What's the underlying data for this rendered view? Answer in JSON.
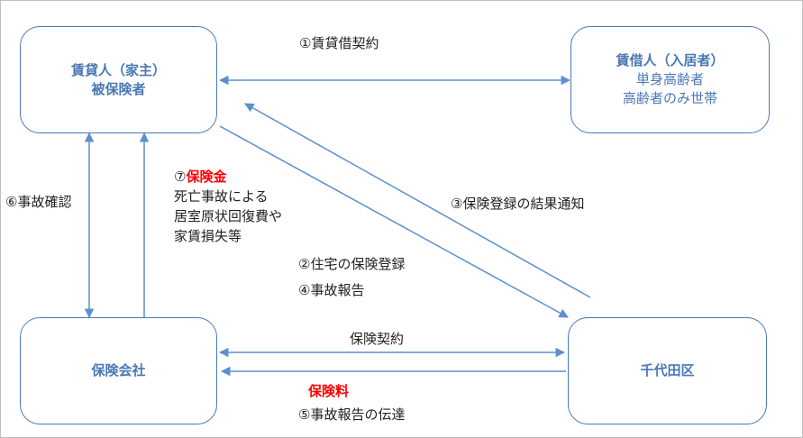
{
  "nodes": {
    "landlord": {
      "line1": "賃貸人（家主）",
      "line2": "被保険者"
    },
    "tenant": {
      "line1": "賃借人（入居者）",
      "line2": "単身高齢者",
      "line3": "高齢者のみ世帯"
    },
    "insurer": {
      "line1": "保険会社"
    },
    "city": {
      "line1": "千代田区"
    }
  },
  "labels": {
    "lease": "①賃貸借契約",
    "reg_result": "③保険登録の結果通知",
    "housing_reg": "②住宅の保険登録",
    "accident_report": "④事故報告",
    "accident_confirm": "⑥事故確認",
    "payout_num": "⑦",
    "payout_title": "保険金",
    "payout_line1": "死亡事故による",
    "payout_line2": "居室原状回復費や",
    "payout_line3": "家賃損失等",
    "ins_contract": "保険契約",
    "premium": "保険料",
    "report_transmit": "⑤事故報告の伝達"
  },
  "colors": {
    "accent": "#4a78b4",
    "arrow": "#5b8fd0",
    "highlight": "#ff0000",
    "text": "#222222"
  }
}
